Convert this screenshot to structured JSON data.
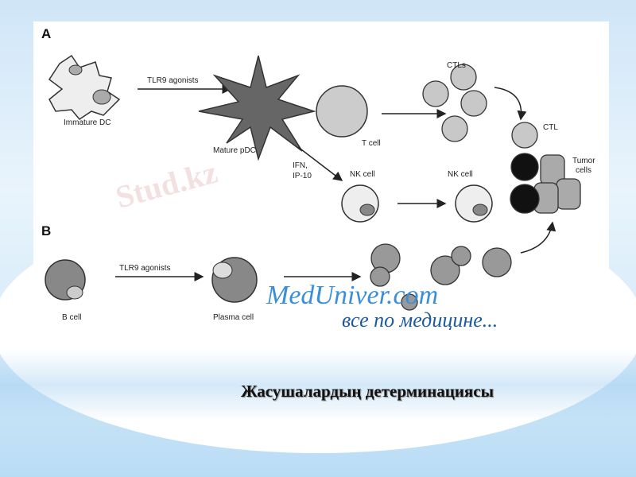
{
  "slide": {
    "title": "Жасушалардың детерминациясы"
  },
  "diagram": {
    "panel_a": "A",
    "panel_b": "B",
    "labels": {
      "immature_dc": "Immature DC",
      "tlr9_a": "TLR9 agonists",
      "mature_pdc": "Mature pDC",
      "t_cell": "T cell",
      "ctls": "CTLs",
      "ctl": "CTL",
      "tumor": "Tumor",
      "cells": "cells",
      "ifn": "IFN,",
      "ip10": "IP-10",
      "nk1": "NK cell",
      "nk2": "NK cell",
      "b_cell": "B cell",
      "tlr9_b": "TLR9 agonists",
      "plasma_cell": "Plasma cell"
    }
  },
  "watermarks": {
    "meduniver": "MedUniver.com",
    "meduniver_sub": "все по медицине...",
    "stud": "Stud.kz"
  },
  "colors": {
    "cell_light": "#c8c8c8",
    "cell_dark": "#666666",
    "tumor_dark": "#111111",
    "meduniver_blue": "#3a8fd8"
  }
}
